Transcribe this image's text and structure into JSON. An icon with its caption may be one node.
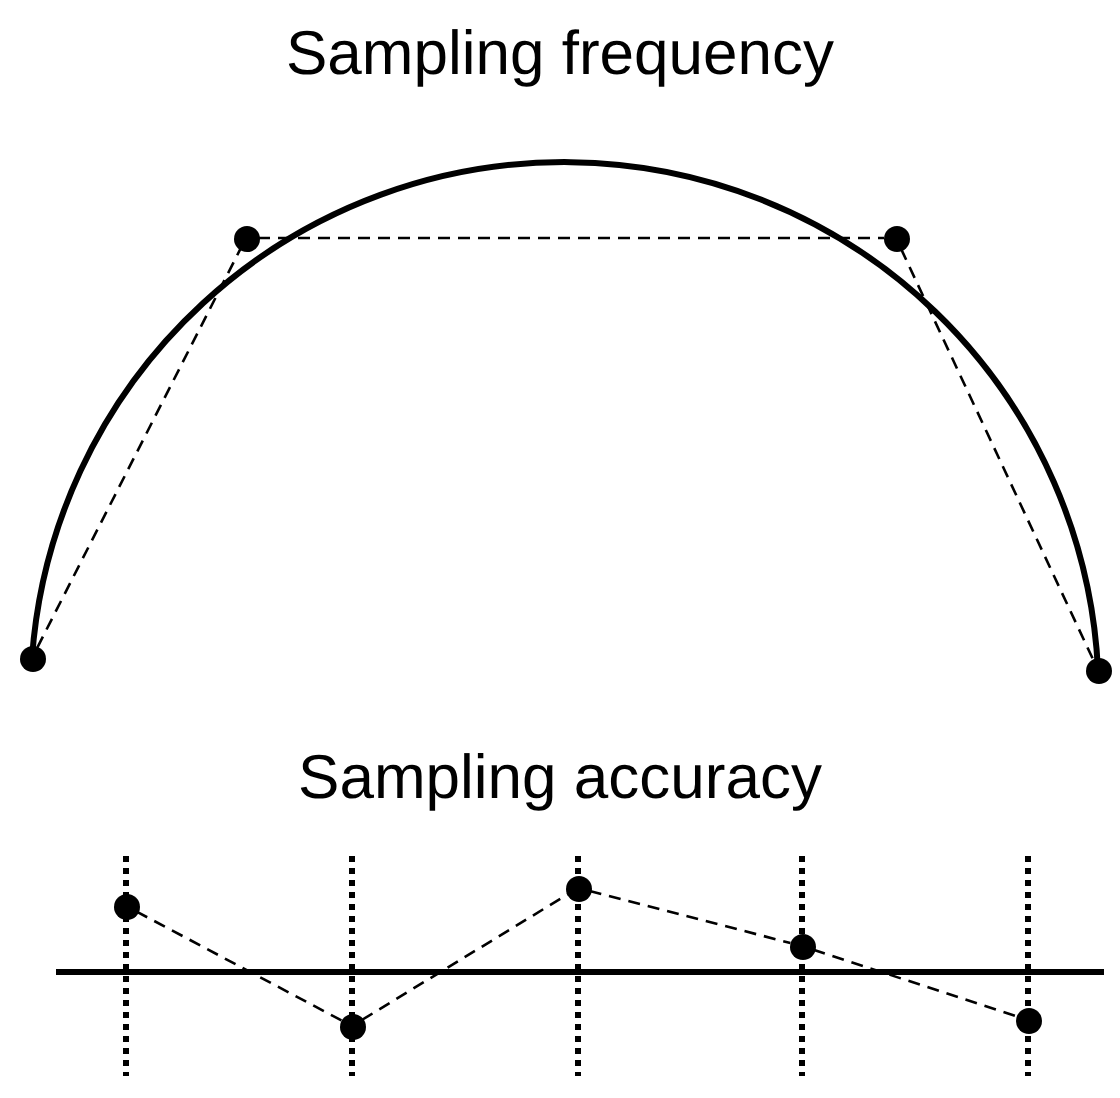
{
  "diagram": {
    "nodes": [
      {
        "text": [],
        "shape": "circle"
      },
      {
        "text": [],
        "shape": "circle"
      },
      {
        "text": [],
        "shape": "circle"
      },
      {
        "text": [],
        "shape": "circle"
      },
      {
        "text": [],
        "shape": "circle"
      },
      {
        "text": [],
        "shape": "circle"
      },
      {
        "text": [],
        "shape": "circle"
      },
      {
        "text": [],
        "shape": "circle"
      },
      {
        "text": [],
        "shape": "circle"
      }
    ],
    "edges": [
      {
        "from": 0,
        "to": 1,
        "arrow": "none",
        "style": "dashed"
      },
      {
        "from": 1,
        "to": 2,
        "arrow": "none",
        "style": "dashed"
      },
      {
        "from": 2,
        "to": 3,
        "arrow": "none",
        "style": "dashed"
      },
      {
        "from": 4,
        "to": 5,
        "arrow": "none",
        "style": "dashed"
      },
      {
        "from": 5,
        "to": 6,
        "arrow": "none",
        "style": "dashed"
      },
      {
        "from": 6,
        "to": 7,
        "arrow": "none",
        "style": "dashed"
      },
      {
        "from": 7,
        "to": 8,
        "arrow": "none",
        "style": "dashed"
      }
    ],
    "labels": [
      "Sampling frequency",
      "Sampling accuracy"
    ]
  }
}
